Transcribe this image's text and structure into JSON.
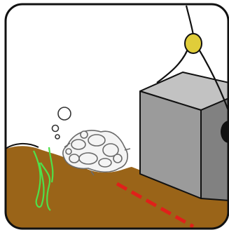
{
  "scene": {
    "colors": {
      "background": "#ffffff",
      "frame_stroke": "#111111",
      "seabed": "#9a6418",
      "seabed_dark": "#7e4f12",
      "box_front": "#9b9b9b",
      "box_top": "#c2c2c2",
      "box_side": "#818181",
      "hook": "#e0cd3a",
      "rope": "#111111",
      "marker_line": "#e0201a",
      "seaweed": "#4fe04a",
      "debris_outline": "#6a6a6a",
      "bubble_outline": "#333333"
    },
    "icons": {
      "frame": "rounded-frame",
      "crane_hook": "hook-icon",
      "container": "cube-icon",
      "debris": "debris-cluster",
      "bubbles": "bubbles-icon",
      "plant": "seaweed-icon",
      "target_line": "dashed-line"
    }
  }
}
